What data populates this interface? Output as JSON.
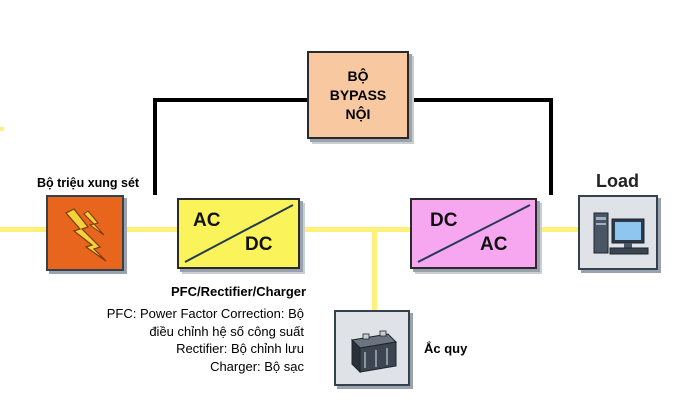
{
  "bypass": {
    "lines": [
      "BỘ",
      "BYPASS",
      "NỘI"
    ]
  },
  "surge": {
    "label": "Bộ triệu xung sét",
    "icon": "lightning-icon"
  },
  "rectifier": {
    "top_text": "AC",
    "bottom_text": "DC",
    "caption": "PFC/Rectifier/Charger"
  },
  "inverter": {
    "top_text": "DC",
    "bottom_text": "AC"
  },
  "load": {
    "label": "Load",
    "icon": "computer-icon"
  },
  "battery": {
    "label": "Ắc quy",
    "icon": "battery-icon"
  },
  "notes": [
    "PFC:  Power Factor Correction: Bộ",
    "điều chỉnh hệ số công suất",
    "Rectifier: Bộ chỉnh lưu",
    "Charger: Bộ sạc"
  ],
  "colors": {
    "power_line": "#fff07a",
    "bypass_line": "#000000",
    "bypass_box": "#f8c9a0",
    "surge_box": "#e8651e",
    "rectifier_box": "#fbf35a",
    "inverter_box": "#f6a7f0"
  }
}
